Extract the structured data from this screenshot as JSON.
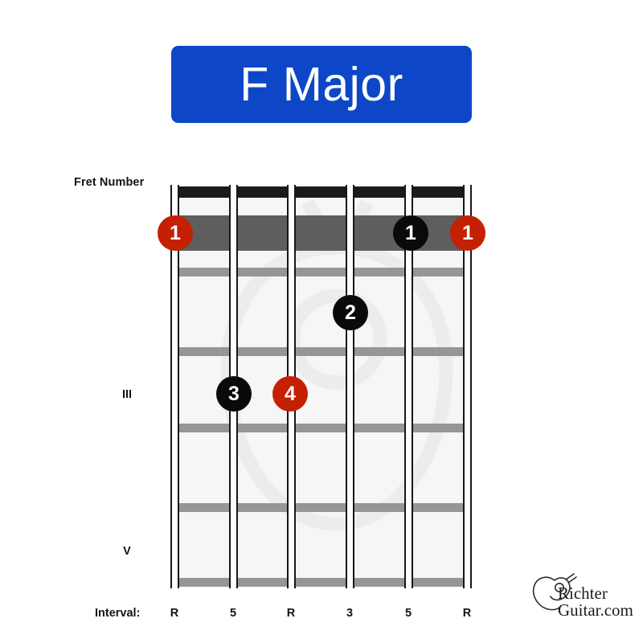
{
  "chord": {
    "title": "F Major",
    "banner_color": "#0D47C8",
    "banner_text_color": "#FFFFFF"
  },
  "labels": {
    "fret_number": "Fret Number",
    "interval": "Interval:"
  },
  "colors": {
    "root_dot": "#C42004",
    "chord_tone_dot": "#0A0A0A",
    "nut": "#1A1A1A",
    "fret_wire": "#969696",
    "fret_band": "#5E5E5E",
    "fretboard": "#F6F6F6",
    "string": "#FDFDFD"
  },
  "position_markers": [
    {
      "numeral": "III",
      "fret": 3
    },
    {
      "numeral": "V",
      "fret": 5
    }
  ],
  "strings": [
    {
      "index": 1,
      "interval": "R"
    },
    {
      "index": 2,
      "interval": "5"
    },
    {
      "index": 3,
      "interval": "R"
    },
    {
      "index": 4,
      "interval": "3"
    },
    {
      "index": 5,
      "interval": "5"
    },
    {
      "index": 6,
      "interval": "R"
    }
  ],
  "fingerings": [
    {
      "string": 1,
      "fret": 1,
      "finger": "1",
      "type": "root"
    },
    {
      "string": 5,
      "fret": 1,
      "finger": "1",
      "type": "chord-tone"
    },
    {
      "string": 6,
      "fret": 1,
      "finger": "1",
      "type": "root"
    },
    {
      "string": 4,
      "fret": 2,
      "finger": "2",
      "type": "chord-tone"
    },
    {
      "string": 2,
      "fret": 3,
      "finger": "3",
      "type": "chord-tone"
    },
    {
      "string": 3,
      "fret": 3,
      "finger": "4",
      "type": "root"
    }
  ],
  "logo": {
    "line1": "Richter",
    "line2": "Guitar.com"
  }
}
